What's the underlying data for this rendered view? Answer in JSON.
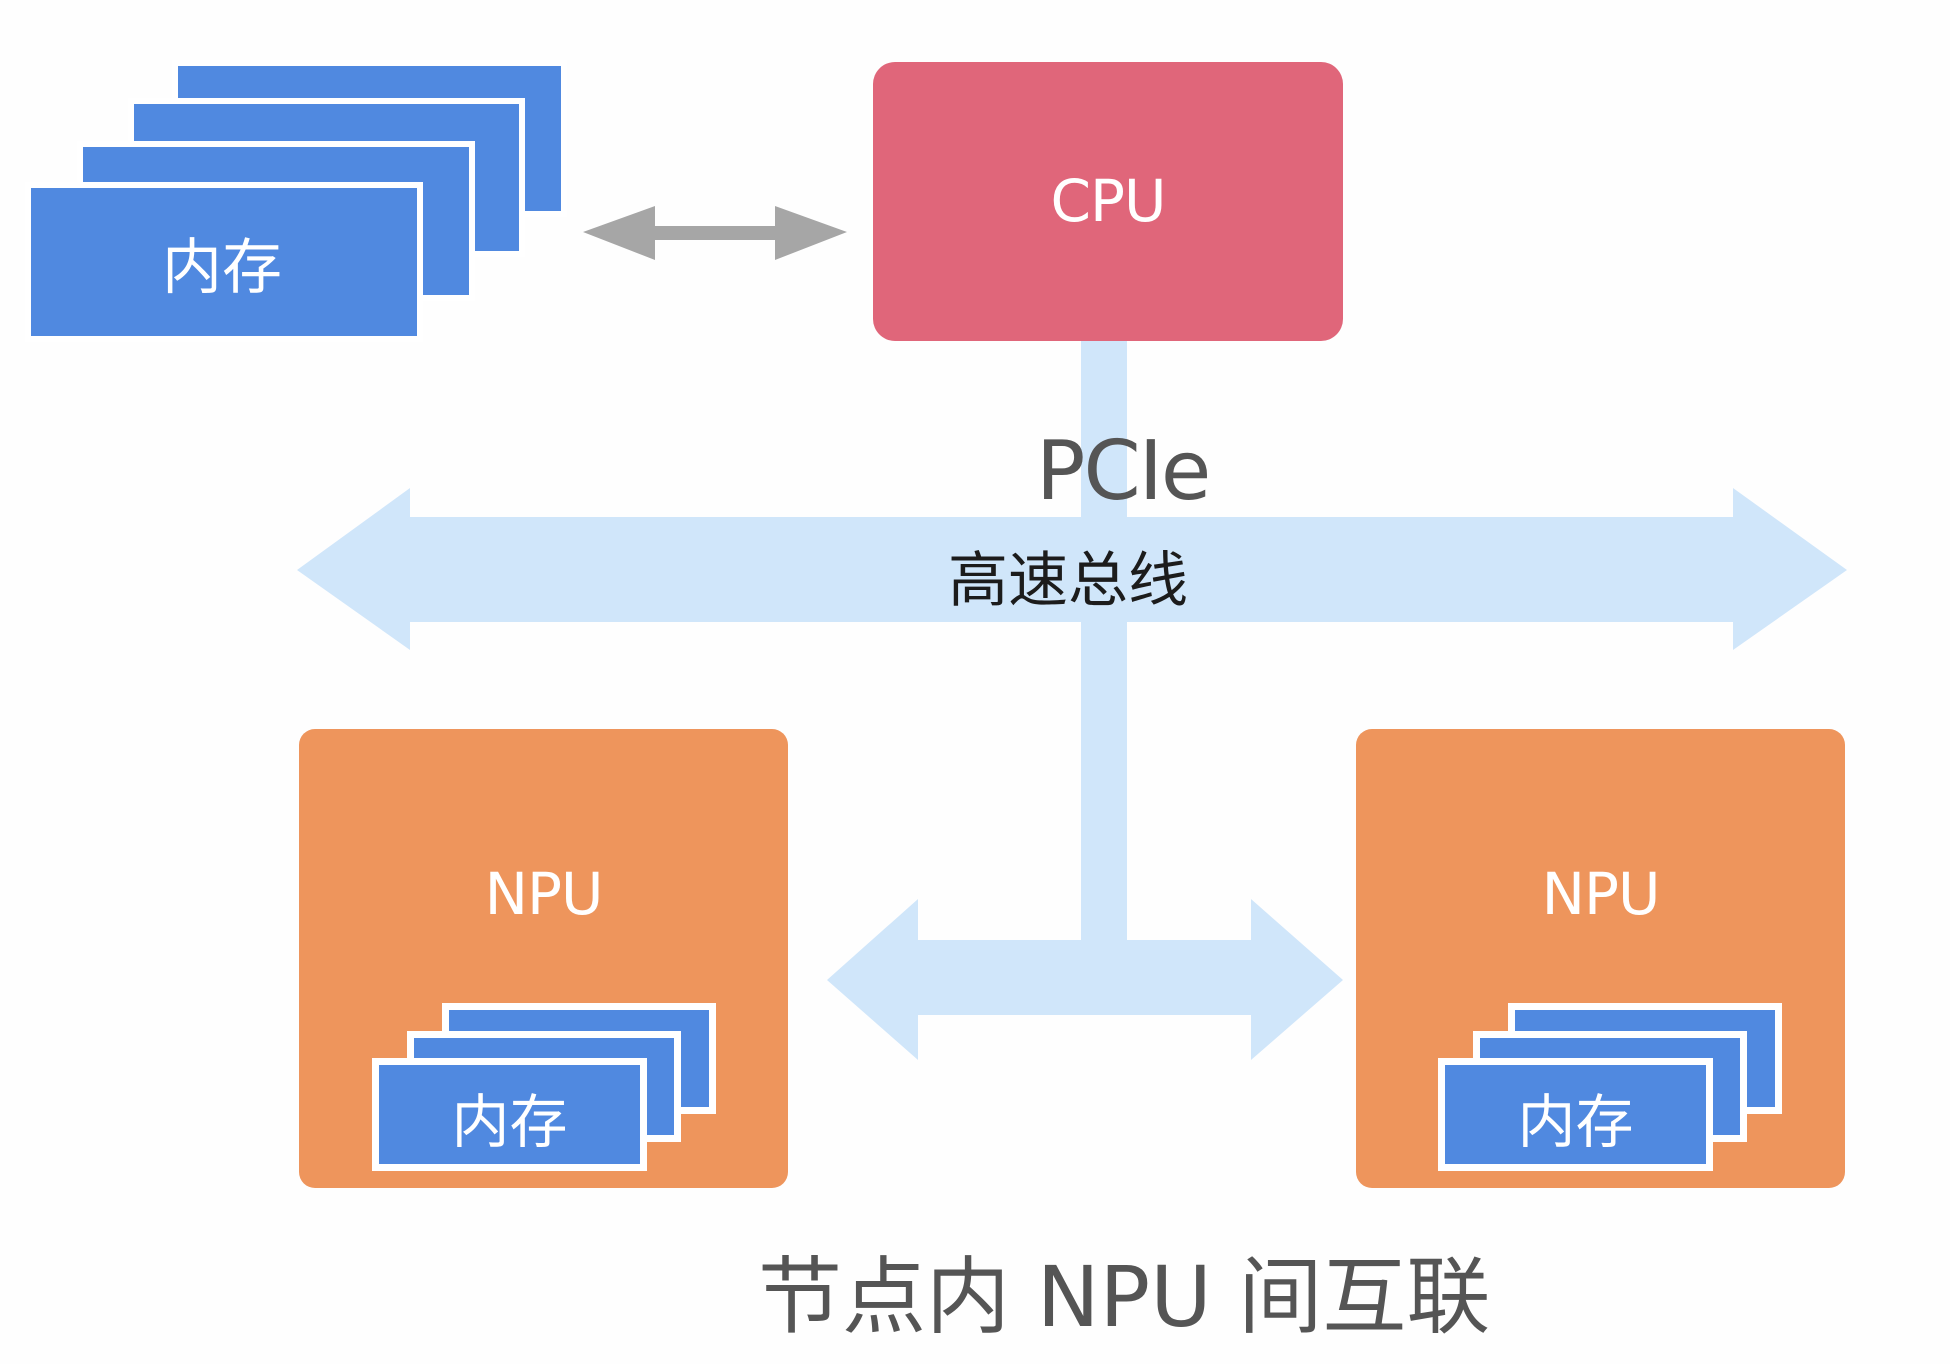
{
  "diagram": {
    "title": "节点内 NPU 间互联",
    "host_memory": {
      "label": "内存",
      "stack_count": 4
    },
    "host_link": {
      "type": "bidirectional-arrow",
      "color": "#A6A6A6"
    },
    "cpu": {
      "label": "CPU",
      "color": "#E0667A"
    },
    "bus": {
      "name": "PCIe",
      "description": "高速总线",
      "color": "#D0E6FA"
    },
    "npus": [
      {
        "label": "NPU",
        "memory_label": "内存",
        "memory_stack_count": 3
      },
      {
        "label": "NPU",
        "memory_label": "内存",
        "memory_stack_count": 3
      }
    ],
    "colors": {
      "memory": "#5089E0",
      "npu": "#EE955C",
      "text_dark": "#555555"
    }
  }
}
